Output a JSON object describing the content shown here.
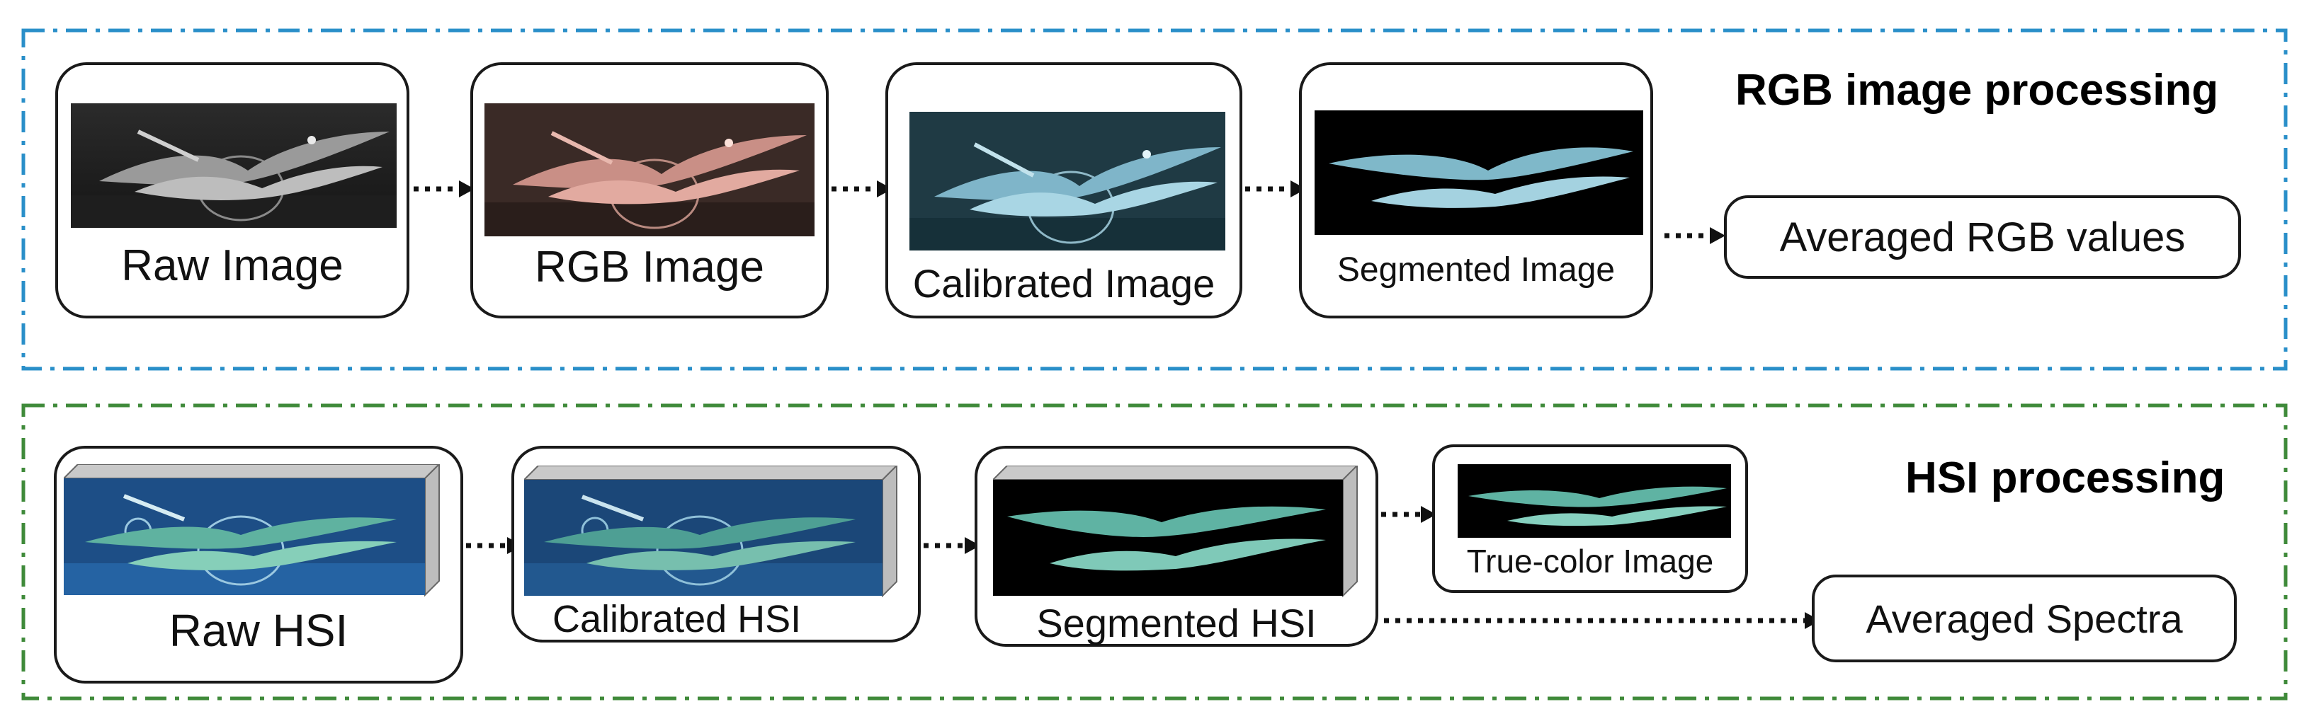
{
  "rgb_section": {
    "title": "RGB image processing",
    "steps": [
      {
        "label": "Raw Image"
      },
      {
        "label": "RGB Image"
      },
      {
        "label": "Calibrated Image"
      },
      {
        "label": "Segmented Image"
      }
    ],
    "output": "Averaged RGB values"
  },
  "hsi_section": {
    "title": "HSI processing",
    "steps": [
      {
        "label": "Raw HSI"
      },
      {
        "label": "Calibrated HSI"
      },
      {
        "label": "Segmented  HSI"
      }
    ],
    "true_color": "True-color Image",
    "output": "Averaged Spectra"
  },
  "colors": {
    "rgb_border": "#2a8fc9",
    "hsi_border": "#3f8a3a",
    "arrow": "#111111"
  }
}
